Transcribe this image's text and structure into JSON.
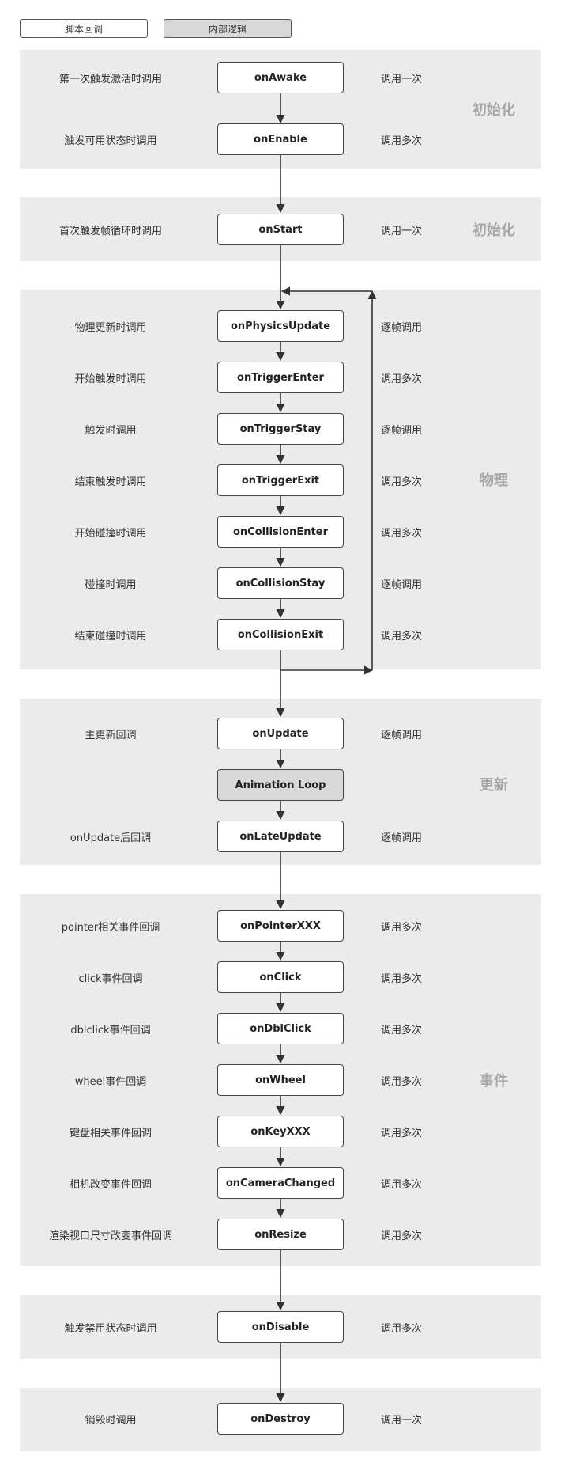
{
  "legend": {
    "script_callback": "脚本回调",
    "internal_logic": "内部逻辑"
  },
  "phases": {
    "init1": "初始化",
    "init2": "初始化",
    "physics": "物理",
    "update": "更新",
    "event": "事件"
  },
  "nodes": [
    {
      "name": "onAwake",
      "desc": "第一次触发激活时调用",
      "freq": "调用一次"
    },
    {
      "name": "onEnable",
      "desc": "触发可用状态时调用",
      "freq": "调用多次"
    },
    {
      "name": "onStart",
      "desc": "首次触发帧循环时调用",
      "freq": "调用一次"
    },
    {
      "name": "onPhysicsUpdate",
      "desc": "物理更新时调用",
      "freq": "逐帧调用"
    },
    {
      "name": "onTriggerEnter",
      "desc": "开始触发时调用",
      "freq": "调用多次"
    },
    {
      "name": "onTriggerStay",
      "desc": "触发时调用",
      "freq": "逐帧调用"
    },
    {
      "name": "onTriggerExit",
      "desc": "结束触发时调用",
      "freq": "调用多次"
    },
    {
      "name": "onCollisionEnter",
      "desc": "开始碰撞时调用",
      "freq": "调用多次"
    },
    {
      "name": "onCollisionStay",
      "desc": "碰撞时调用",
      "freq": "逐帧调用"
    },
    {
      "name": "onCollisionExit",
      "desc": "结束碰撞时调用",
      "freq": "调用多次"
    },
    {
      "name": "onUpdate",
      "desc": "主更新回调",
      "freq": "逐帧调用"
    },
    {
      "name": "Animation Loop",
      "desc": "",
      "freq": ""
    },
    {
      "name": "onLateUpdate",
      "desc": "onUpdate后回调",
      "freq": "逐帧调用"
    },
    {
      "name": "onPointerXXX",
      "desc": "pointer相关事件回调",
      "freq": "调用多次"
    },
    {
      "name": "onClick",
      "desc": "click事件回调",
      "freq": "调用多次"
    },
    {
      "name": "onDblClick",
      "desc": "dblclick事件回调",
      "freq": "调用多次"
    },
    {
      "name": "onWheel",
      "desc": "wheel事件回调",
      "freq": "调用多次"
    },
    {
      "name": "onKeyXXX",
      "desc": "键盘相关事件回调",
      "freq": "调用多次"
    },
    {
      "name": "onCameraChanged",
      "desc": "相机改变事件回调",
      "freq": "调用多次"
    },
    {
      "name": "onResize",
      "desc": "渲染视口尺寸改变事件回调",
      "freq": "调用多次"
    },
    {
      "name": "onDisable",
      "desc": "触发禁用状态时调用",
      "freq": "调用多次"
    },
    {
      "name": "onDestroy",
      "desc": "销毁时调用",
      "freq": "调用一次"
    }
  ]
}
